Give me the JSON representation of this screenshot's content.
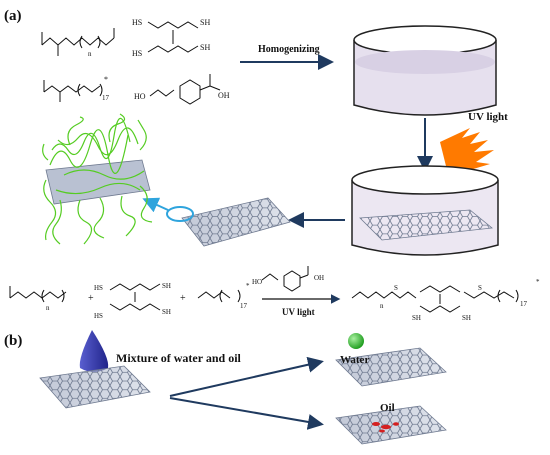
{
  "panels": {
    "a": {
      "label": "(a)"
    },
    "b": {
      "label": "(b)"
    }
  },
  "labels": {
    "homogenizing": "Homogenizing",
    "uv_light_top": "UV light",
    "uv_light_reaction": "UV light",
    "mixture": "Mixture of water and oil",
    "water": "Water",
    "oil": "Oil"
  },
  "chem": {
    "hs": "HS",
    "sh": "SH",
    "o": "O",
    "oh": "OH",
    "ho": "HO",
    "s": "S",
    "n": "n",
    "seventeen": "17",
    "star": "*",
    "plus": "+"
  },
  "colors": {
    "arrow": "#1f3a5f",
    "uv": "#ff7a00",
    "water_drop": "#22aa22",
    "mixture_drop": "#3a3fb0",
    "oil_spot": "#d42020",
    "sheet": "#aeb6c8",
    "sheet_edge": "#6f7a90",
    "fibers": "#55cc22",
    "highlight": "#2fa4dd",
    "liquid": "#e6e0ee",
    "container": "#222222"
  }
}
